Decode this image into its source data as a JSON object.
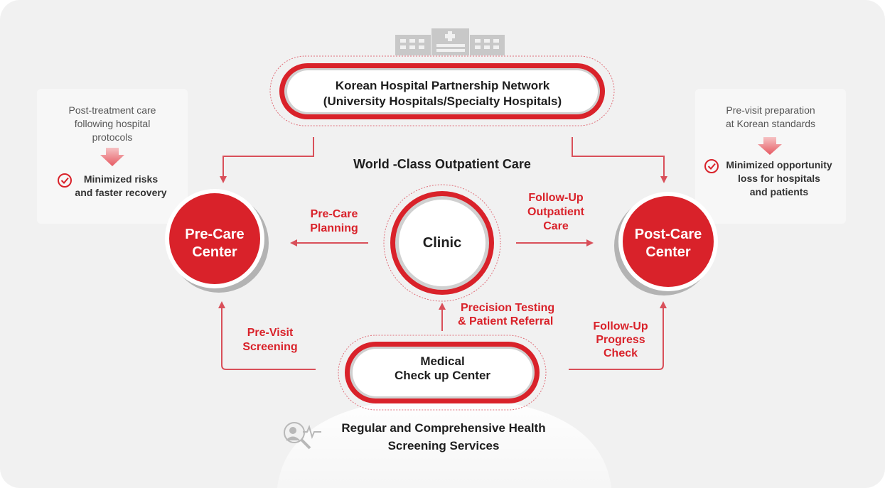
{
  "colors": {
    "accent": "#d9222a",
    "arrow": "#d9505a",
    "panel": "#f1f1f1",
    "card": "#f7f7f7",
    "ring_gray": "#b3b3b3",
    "icon_gray": "#b8b8b8"
  },
  "network": {
    "line1": "Korean Hospital Partnership Network",
    "line2": "(University Hospitals/Specialty Hospitals)"
  },
  "world_class": "World -Class Outpatient Care",
  "clinic": "Clinic",
  "pre_care_center": {
    "line1": "Pre-Care",
    "line2": "Center"
  },
  "post_care_center": {
    "line1": "Post-Care",
    "line2": "Center"
  },
  "medical_center": {
    "line1": "Medical",
    "line2": "Check up Center"
  },
  "edge_labels": {
    "pre_care_planning": {
      "line1": "Pre-Care",
      "line2": "Planning"
    },
    "follow_up_outpatient": {
      "line1": "Follow-Up",
      "line2": "Outpatient",
      "line3": "Care"
    },
    "precision_testing": {
      "line1": "Precision Testing",
      "line2": "& Patient Referral"
    },
    "pre_visit_screening": {
      "line1": "Pre-Visit",
      "line2": "Screening"
    },
    "follow_up_progress": {
      "line1": "Follow-Up",
      "line2": "Progress",
      "line3": "Check"
    }
  },
  "left_card": {
    "line1": "Post-treatment care",
    "line2": "following hospital",
    "line3": "protocols",
    "benefit1": "Minimized risks",
    "benefit2": "and faster recovery"
  },
  "right_card": {
    "line1": "Pre-visit preparation",
    "line2": "at Korean standards",
    "benefit1": "Minimized opportunity",
    "benefit2": "loss for hospitals",
    "benefit3": "and patients"
  },
  "screening": {
    "line1": "Regular and Comprehensive Health",
    "line2": "Screening Services"
  },
  "icons": {
    "hospital": "hospital-buildings-icon",
    "check": "check-circle-icon",
    "down_arrow": "down-arrow-icon",
    "screening": "health-screening-icon"
  }
}
